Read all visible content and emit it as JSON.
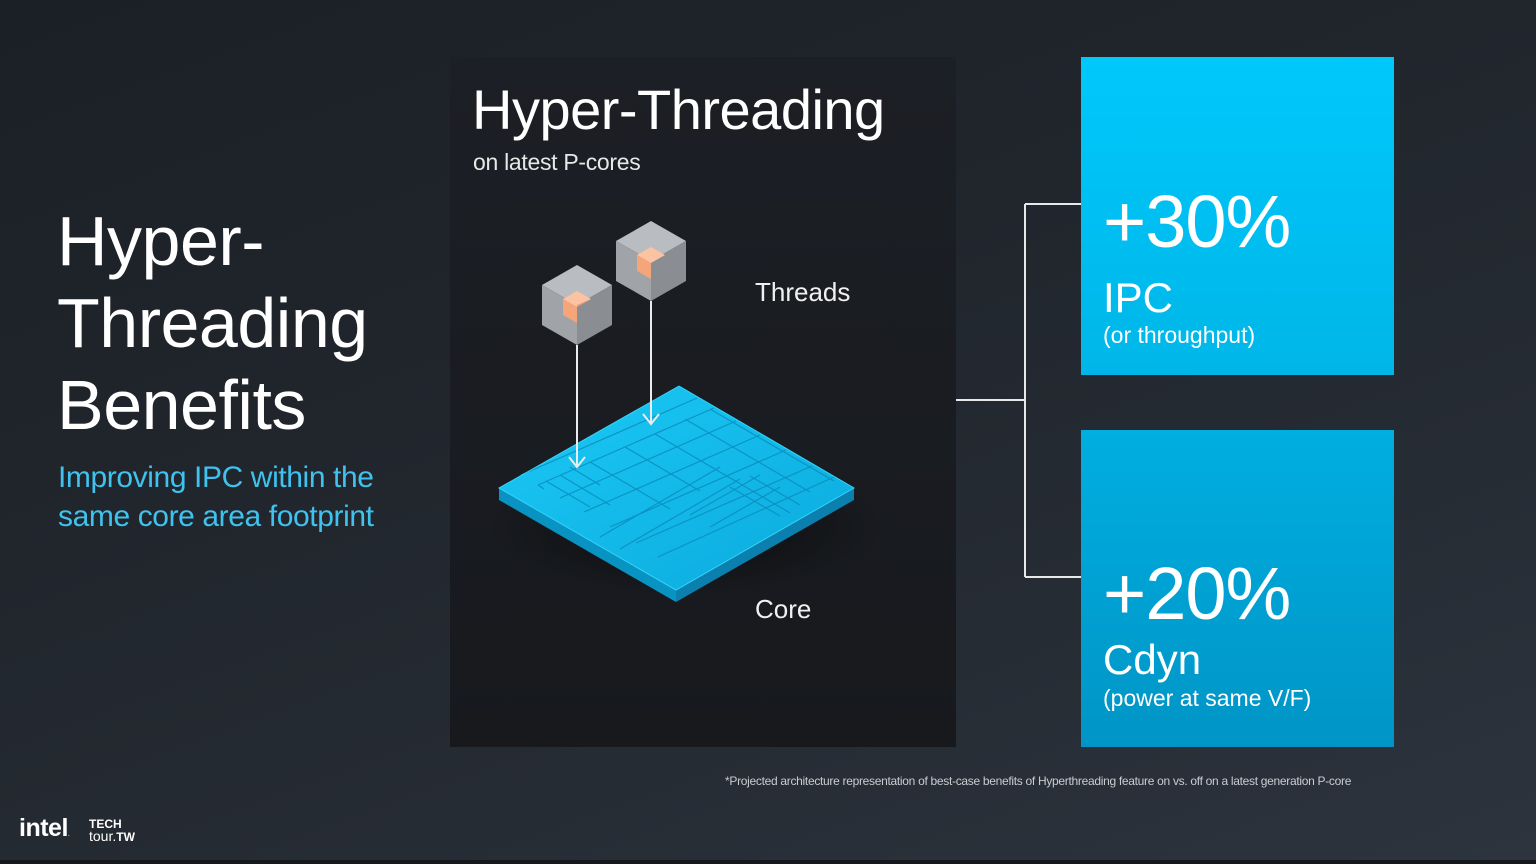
{
  "left": {
    "title_lines": [
      "Hyper-",
      "Threading",
      "Benefits"
    ],
    "subtitle_lines": [
      "Improving IPC within the",
      "same core area footprint"
    ]
  },
  "panel": {
    "title": "Hyper-Threading",
    "subtitle": "on latest P-cores",
    "label_threads": "Threads",
    "label_core": "Core",
    "icons": [
      "thread-cube-icon",
      "thread-cube-icon",
      "core-die-icon",
      "down-arrow-icon"
    ]
  },
  "stats": [
    {
      "value": "+30%",
      "name": "IPC",
      "note": "(or throughput)",
      "color": "#00c8fb"
    },
    {
      "value": "+20%",
      "name": "Cdyn",
      "note": "(power at same V/F)",
      "color": "#00aee0"
    }
  ],
  "footnote": "*Projected architecture representation of best-case benefits of Hyperthreading feature on vs. off  on a latest generation P-core",
  "branding": {
    "intel": "intel",
    "intel_dot": ".",
    "tech": "TECH",
    "tour": "tour.",
    "tour_suffix": "TW"
  },
  "colors": {
    "accent_blue": "#00c8fb",
    "subtitle_blue": "#3fc2ee",
    "background": "#20252c",
    "panel": "#1a1d22",
    "thread_core": "#f4a57a"
  }
}
